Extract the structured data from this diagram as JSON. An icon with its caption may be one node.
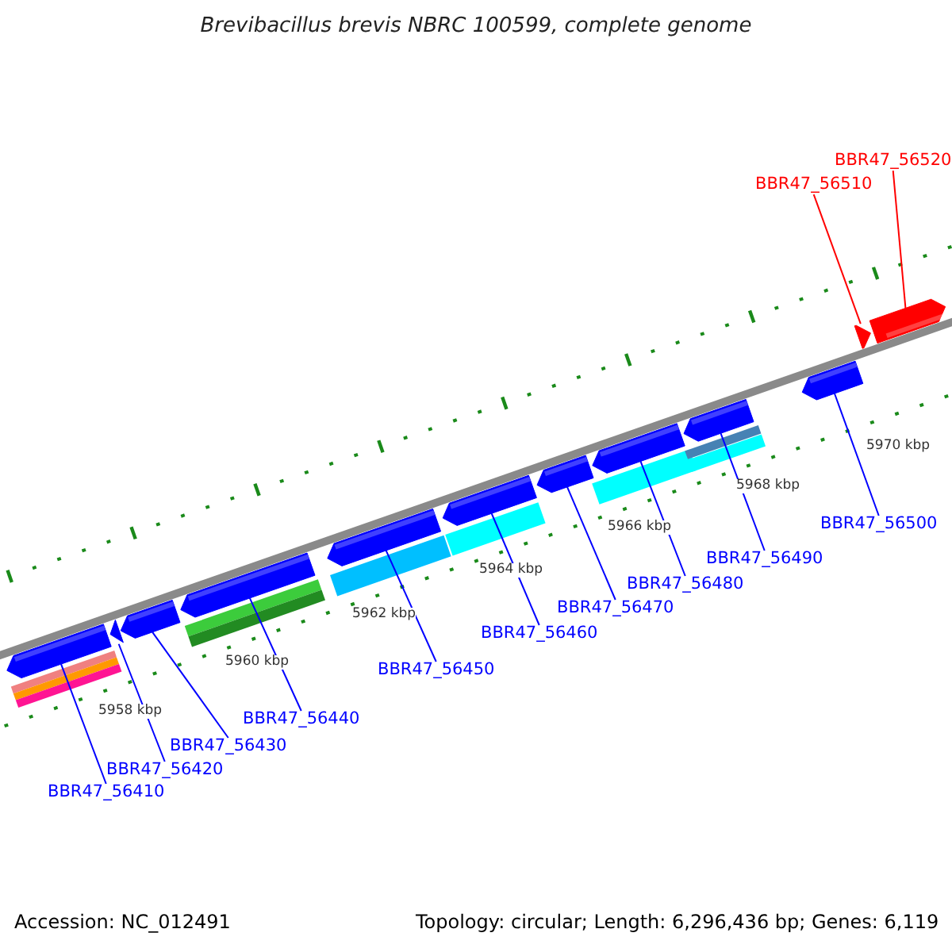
{
  "diagram": {
    "title": "Brevibacillus brevis NBRC 100599, complete genome",
    "nodes": [
      {
        "text": [],
        "shape": "arrow"
      },
      {
        "text": [],
        "shape": "arrow"
      },
      {
        "text": [],
        "shape": "arrow"
      },
      {
        "text": [],
        "shape": "arrow"
      },
      {
        "text": [],
        "shape": "arrow"
      },
      {
        "text": [],
        "shape": "arrow"
      },
      {
        "text": [],
        "shape": "arrow"
      },
      {
        "text": [],
        "shape": "arrow"
      },
      {
        "text": [],
        "shape": "arrow"
      },
      {
        "text": [],
        "shape": "arrow"
      },
      {
        "text": [],
        "shape": "arrow"
      },
      {
        "text": [],
        "shape": "arrow"
      },
      {
        "text": [
          "BBR47_56410"
        ]
      },
      {
        "text": [
          "BBR47_56420"
        ]
      },
      {
        "text": [
          "BBR47_56430"
        ]
      },
      {
        "text": [
          "BBR47_56440"
        ]
      },
      {
        "text": [
          "BBR47_56450"
        ]
      },
      {
        "text": [
          "BBR47_56460"
        ]
      },
      {
        "text": [
          "BBR47_56470"
        ]
      },
      {
        "text": [
          "BBR47_56480"
        ]
      },
      {
        "text": [
          "BBR47_56490"
        ]
      },
      {
        "text": [
          "BBR47_56500"
        ]
      },
      {
        "text": [
          "BBR47_56510"
        ]
      },
      {
        "text": [
          "BBR47_56520"
        ]
      },
      {
        "text": [],
        "shape": "bar"
      },
      {
        "text": [],
        "shape": "bar"
      },
      {
        "text": [],
        "shape": "bar"
      },
      {
        "text": [],
        "shape": "bar"
      },
      {
        "text": [],
        "shape": "bar"
      },
      {
        "text": [],
        "shape": "bar"
      }
    ],
    "edges": [
      {
        "from": 12,
        "to": 0,
        "arrow": "none"
      },
      {
        "from": 13,
        "to": 1,
        "arrow": "none"
      },
      {
        "from": 14,
        "to": 2,
        "arrow": "none"
      },
      {
        "from": 15,
        "to": 3,
        "arrow": "none"
      },
      {
        "from": 16,
        "to": 4,
        "arrow": "none"
      },
      {
        "from": 17,
        "to": 5,
        "arrow": "none"
      },
      {
        "from": 18,
        "to": 6,
        "arrow": "none"
      },
      {
        "from": 19,
        "to": 7,
        "arrow": "none"
      },
      {
        "from": 20,
        "to": 8,
        "arrow": "none"
      },
      {
        "from": 21,
        "to": 9,
        "arrow": "none"
      },
      {
        "from": 22,
        "to": 10,
        "arrow": "none",
        "color": "#ff0000"
      },
      {
        "from": 23,
        "to": 11,
        "arrow": "none",
        "color": "#ff0000"
      }
    ],
    "labels": [
      "5958 kbp",
      "5960 kbp",
      "5962 kbp",
      "5964 kbp",
      "5966 kbp",
      "5968 kbp",
      "5970 kbp",
      "Accession: NC_012491",
      "Topology: circular; Length: 6,296,436 bp; Genes: 6,119"
    ]
  }
}
